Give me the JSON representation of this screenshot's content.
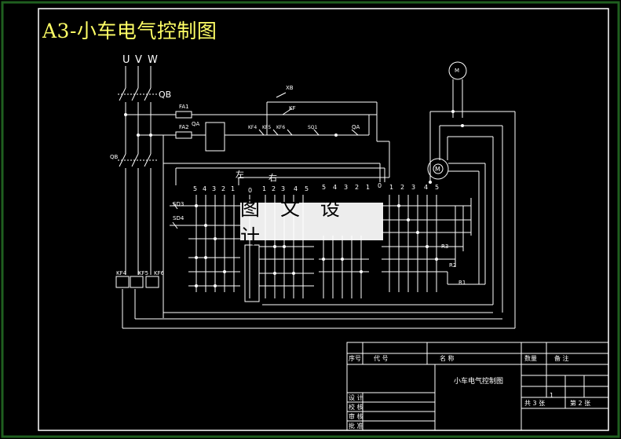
{
  "drawing_title": "A3-小车电气控制图",
  "watermark": "图 文 设 计",
  "phases": [
    "U",
    "V",
    "W"
  ],
  "labels": {
    "breaker_main": "QB",
    "breaker_2": "QB",
    "fuse_1": "FA1",
    "fuse_2": "FA2",
    "contactor_coil": "QA",
    "contact_qa": "QA",
    "contact_xb": "XB",
    "contact_kf": "KF",
    "contact_kf4": "KF4",
    "contact_kf5": "KF5",
    "contact_kf6": "KF6",
    "contact_sq1": "SQ1",
    "sd3": "SD3",
    "sd4": "SD4",
    "relay_kf4": "KF4",
    "relay_kf5": "KF5",
    "relay_kf6": "KF6",
    "left": "左",
    "right": "右",
    "motor_top": "M",
    "motor_main": "M",
    "r1": "R1",
    "r2": "R2",
    "r3": "R3"
  },
  "controller_left_positions": [
    "5",
    "4",
    "3",
    "2",
    "1",
    "0",
    "1",
    "2",
    "3",
    "4",
    "5"
  ],
  "controller_right_positions": [
    "5",
    "4",
    "3",
    "2",
    "1",
    "0",
    "1",
    "2",
    "3",
    "4",
    "5"
  ],
  "title_block": {
    "col_seq": "序号",
    "col_code": "代 号",
    "col_name": "名 称",
    "col_qty": "数量",
    "col_note": "备 注",
    "drawing_name": "小车电气控制图",
    "sheet_total": "共 3 张",
    "sheet_no": "第 2 张",
    "scale_value": "1",
    "row_labels": [
      "设 计",
      "校 核",
      "审 核",
      "批 准"
    ]
  }
}
